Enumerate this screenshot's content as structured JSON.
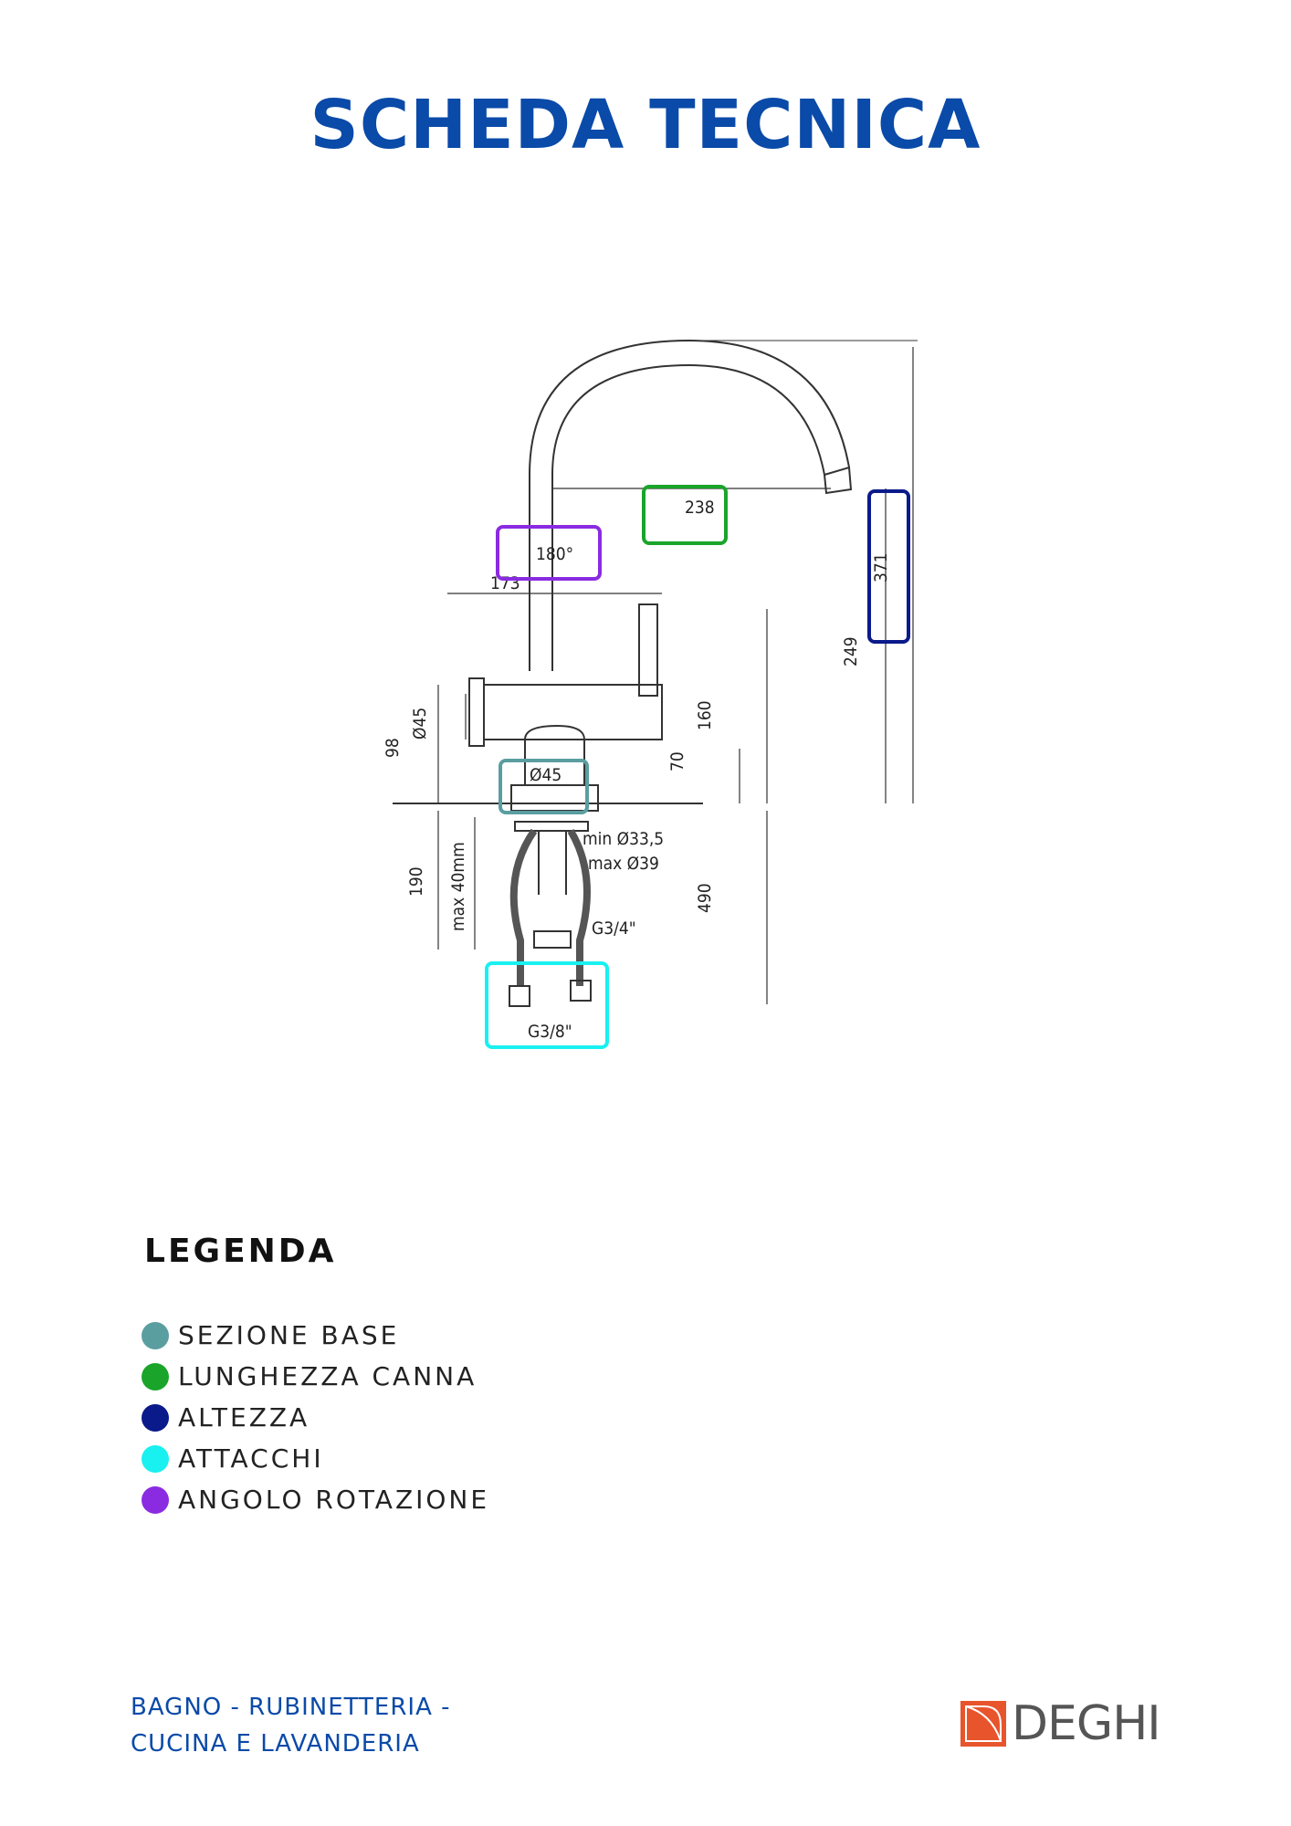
{
  "page_title": "SCHEDA TECNICA",
  "diagram": {
    "dimensions": {
      "spout_reach": "238",
      "total_height": "371",
      "rotation": "180°",
      "body_width": "173",
      "spout_height": "249",
      "body_diameter": "Ø45",
      "body_height": "98",
      "lever_height": "160",
      "base_height": "70",
      "base_diameter": "Ø45",
      "hole_min": "min Ø33,5",
      "hole_max": "max Ø39",
      "shank_length": "190",
      "deck_max": "max 40mm",
      "hose_length": "490",
      "outlet_thread": "G3/4\"",
      "hose_thread": "G3/8\""
    },
    "highlight_colors": {
      "base_section": "#5a9ea0",
      "spout_length": "#1aa52a",
      "height": "#0a1a8a",
      "connections": "#19f0f0",
      "rotation_angle": "#8a2be2"
    }
  },
  "legend": {
    "title": "LEGENDA",
    "items": [
      {
        "label": "SEZIONE BASE",
        "color": "#5a9ea0"
      },
      {
        "label": "LUNGHEZZA CANNA",
        "color": "#1aa52a"
      },
      {
        "label": "ALTEZZA",
        "color": "#0a1a8a"
      },
      {
        "label": "ATTACCHI",
        "color": "#19f0f0"
      },
      {
        "label": "ANGOLO ROTAZIONE",
        "color": "#8a2be2"
      }
    ]
  },
  "footer": {
    "line1": "BAGNO - RUBINETTERIA -",
    "line2": "CUCINA E LAVANDERIA",
    "brand": "DEGHI",
    "brand_color": "#e8542c"
  }
}
